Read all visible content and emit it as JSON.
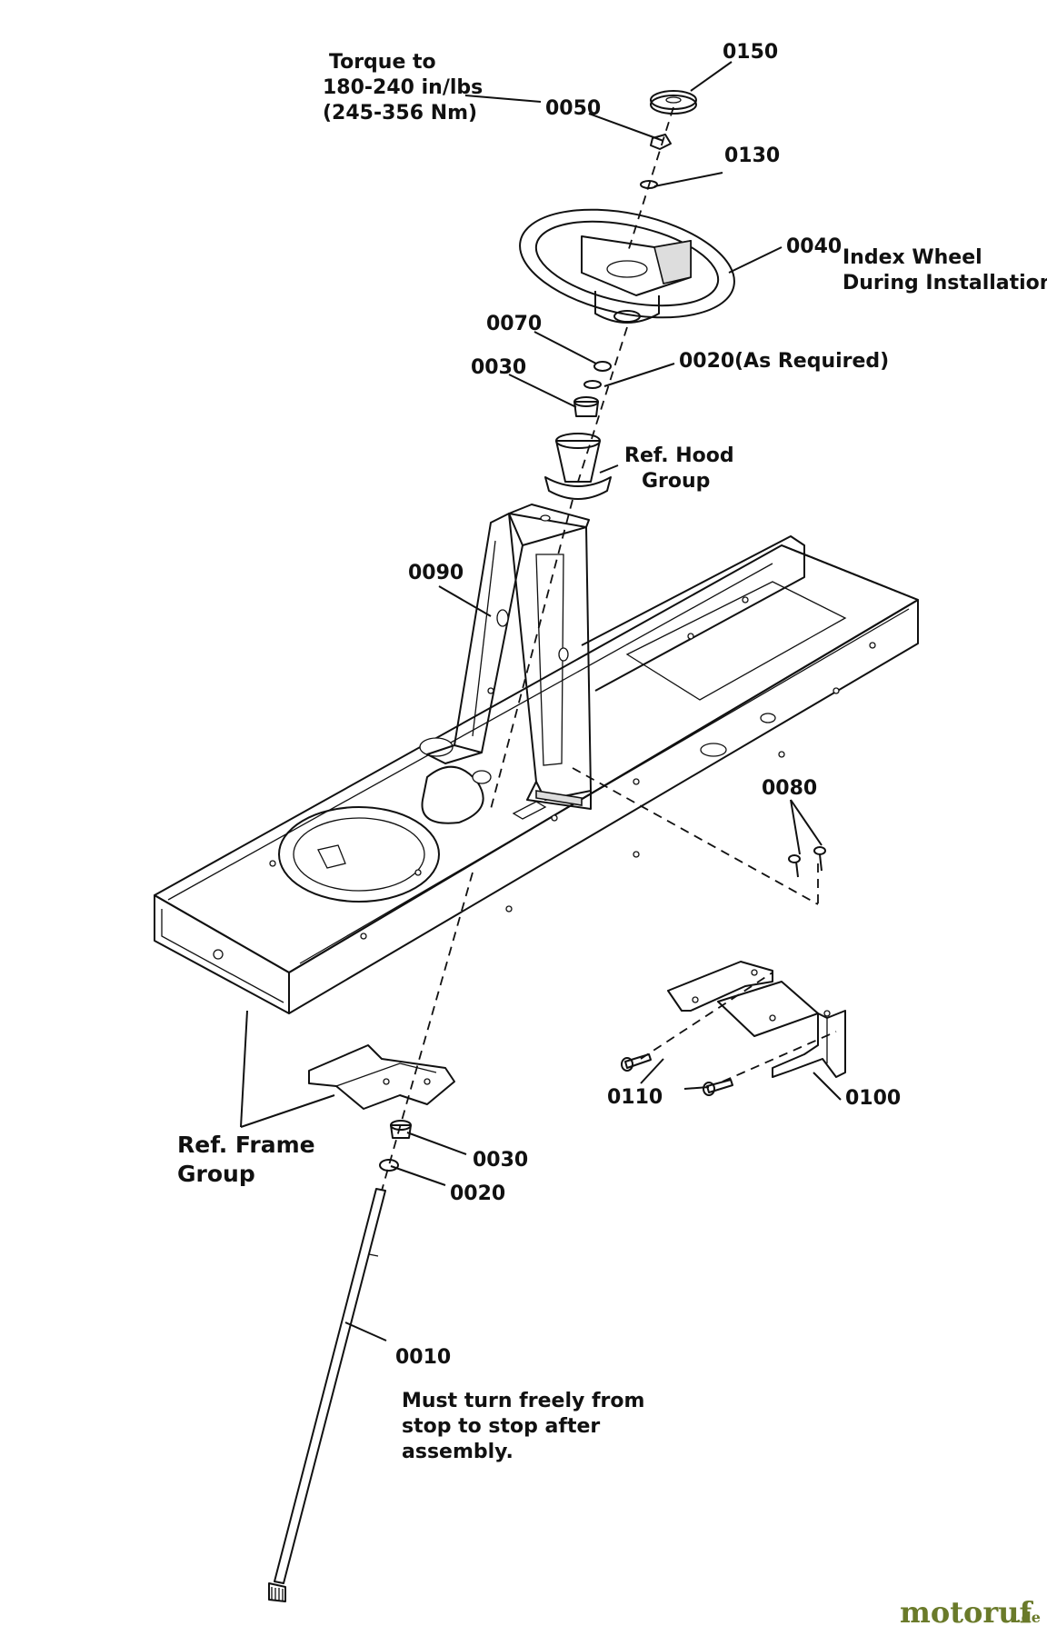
{
  "parts": {
    "p0150": "0150",
    "p0050": "0050",
    "p0130": "0130",
    "p0040": "0040",
    "p0070": "0070",
    "p0030_top": "0030",
    "p0020_top": "0020",
    "p0020_note": "(As Required)",
    "p0090": "0090",
    "p0080": "0080",
    "p0110": "0110",
    "p0100": "0100",
    "p0030_bottom": "0030",
    "p0020_bottom": "0020",
    "p0010": "0010"
  },
  "notes": {
    "torque": [
      "Torque to",
      "180-240 in/lbs",
      "(245-356 Nm)"
    ],
    "index_wheel": [
      "Index Wheel",
      "During Installation"
    ],
    "ref_hood": [
      "Ref. Hood",
      "Group"
    ],
    "ref_frame": [
      "Ref. Frame",
      "Group"
    ],
    "turn_freely": [
      "Must turn freely from",
      "stop to stop after",
      "assembly."
    ]
  },
  "brand": {
    "name": "motoruf",
    "suffix": ".de",
    "color_main": "#6a7a2a",
    "color_accent": "#c0392b"
  }
}
